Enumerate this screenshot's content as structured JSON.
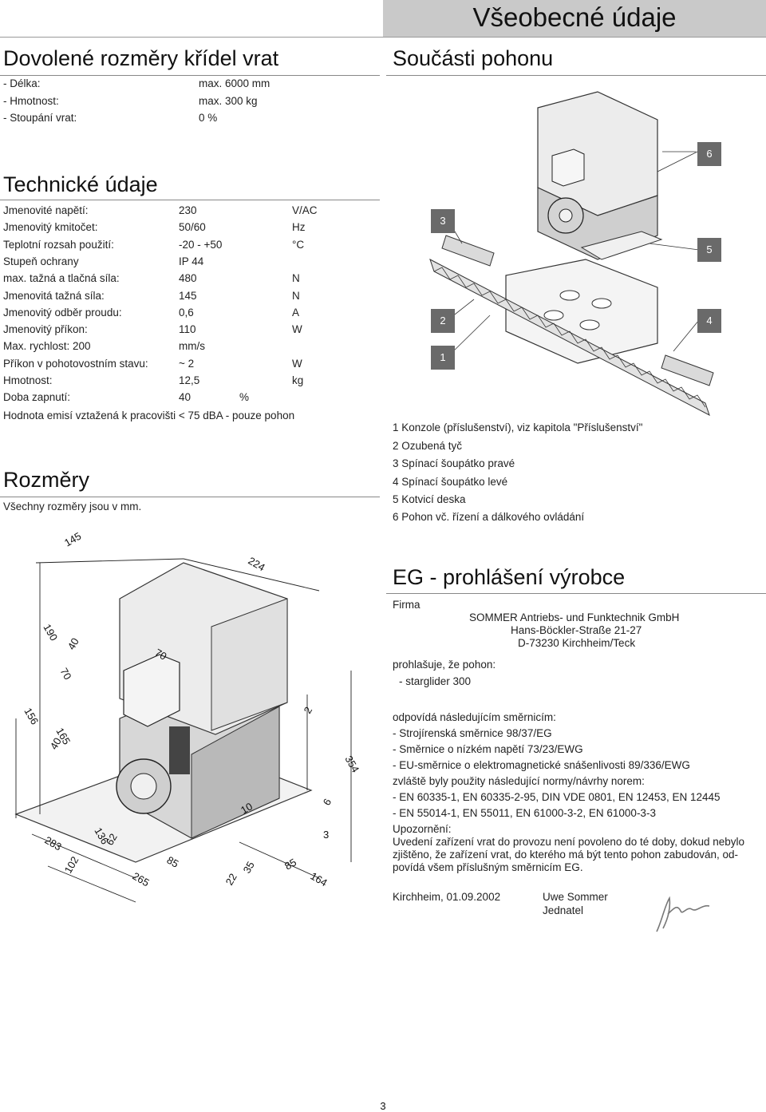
{
  "page_header": "Všeobecné údaje",
  "door_dims": {
    "title": "Dovolené rozměry křídel vrat",
    "rows": [
      {
        "label": "- Délka:",
        "value": "max. 6000 mm"
      },
      {
        "label": "- Hmotnost:",
        "value": "max. 300 kg"
      },
      {
        "label": "- Stoupání vrat:",
        "value": "0 %"
      }
    ]
  },
  "tech": {
    "title": "Technické údaje",
    "rows": [
      {
        "label": "Jmenovité napětí:",
        "value": "230",
        "unit": "V/AC"
      },
      {
        "label": "Jmenovitý kmitočet:",
        "value": "50/60",
        "unit": "Hz"
      },
      {
        "label": "Teplotní rozsah použití:",
        "value": "-20 - +50",
        "unit": "°C"
      },
      {
        "label": "Stupeň ochrany",
        "value": "IP 44",
        "unit": ""
      },
      {
        "label": "max. tažná a tlačná síla:",
        "value": "480",
        "unit": "N"
      },
      {
        "label": "Jmenovitá tažná síla:",
        "value": "145",
        "unit": "N"
      },
      {
        "label": "Jmenovitý odběr proudu:",
        "value": "0,6",
        "unit": "A"
      },
      {
        "label": "Jmenovitý příkon:",
        "value": "110",
        "unit": "W"
      },
      {
        "label": "Max. rychlost: 200",
        "value": "mm/s",
        "unit": ""
      },
      {
        "label": "Příkon v pohotovostním stavu:",
        "value": "~ 2",
        "unit": "W"
      },
      {
        "label": "Hmotnost:",
        "value": "12,5",
        "unit": "kg"
      },
      {
        "label": "Doba zapnutí:",
        "value": "40",
        "unit": "%"
      }
    ],
    "emission": "Hodnota emisí vztažená k pracovišti < 75 dBA - pouze pohon"
  },
  "dims": {
    "title": "Rozměry",
    "note": "Všechny rozměry jsou v mm.",
    "labels": [
      "145",
      "224",
      "190",
      "40",
      "70",
      "70",
      "156",
      "165",
      "40",
      "2",
      "354",
      "10",
      "6",
      "136",
      "62",
      "283",
      "102",
      "85",
      "265",
      "22",
      "35",
      "85",
      "3",
      "164"
    ]
  },
  "parts": {
    "title": "Součásti pohonu",
    "callouts": [
      "6",
      "3",
      "5",
      "2",
      "4",
      "1"
    ],
    "legend": [
      "1 Konzole (příslušenství), viz kapitola \"Příslušenství\"",
      "2 Ozubená tyč",
      "3 Spínací šoupátko pravé",
      "4 Spínací šoupátko levé",
      "5 Kotvicí deska",
      "6 Pohon vč. řízení a dálkového ovládání"
    ]
  },
  "eg": {
    "title": "EG - prohlášení výrobce",
    "firma_label": "Firma",
    "company": [
      "SOMMER Antriebs- und Funktechnik GmbH",
      "Hans-Böckler-Straße 21-27",
      "D-73230 Kirchheim/Teck"
    ],
    "declares": "prohlašuje, že pohon:",
    "product": "- starglider 300",
    "directives_intro": "odpovídá následujícím směrnicím:",
    "directives": [
      "- Strojírenská směrnice 98/37/EG",
      "- Směrnice o nízkém napětí 73/23/EWG",
      "- EU-směrnice o elektromagnetické snášenlivosti 89/336/EWG"
    ],
    "norms_intro": "zvláště byly použity následující normy/návrhy norem:",
    "norms": [
      "- EN 60335-1, EN 60335-2-95, DIN VDE 0801, EN 12453, EN 12445",
      "- EN 55014-1, EN 55011, EN 61000-3-2, EN 61000-3-3"
    ],
    "notice_label": "Upozornění:",
    "notice_lines": [
      "Uvedení zařízení vrat do provozu není povoleno do té doby, dokud nebylo",
      "zjištěno, že zařízení vrat, do kterého má být tento pohon zabudován, od-",
      "povídá všem příslušným směrnicím EG."
    ],
    "place_date": "Kirchheim, 01.09.2002",
    "signer": "Uwe Sommer",
    "signer_role": "Jednatel"
  },
  "page_number": "3",
  "colors": {
    "header_band": "#c9c9c9",
    "callout": "#6a6a6a"
  }
}
